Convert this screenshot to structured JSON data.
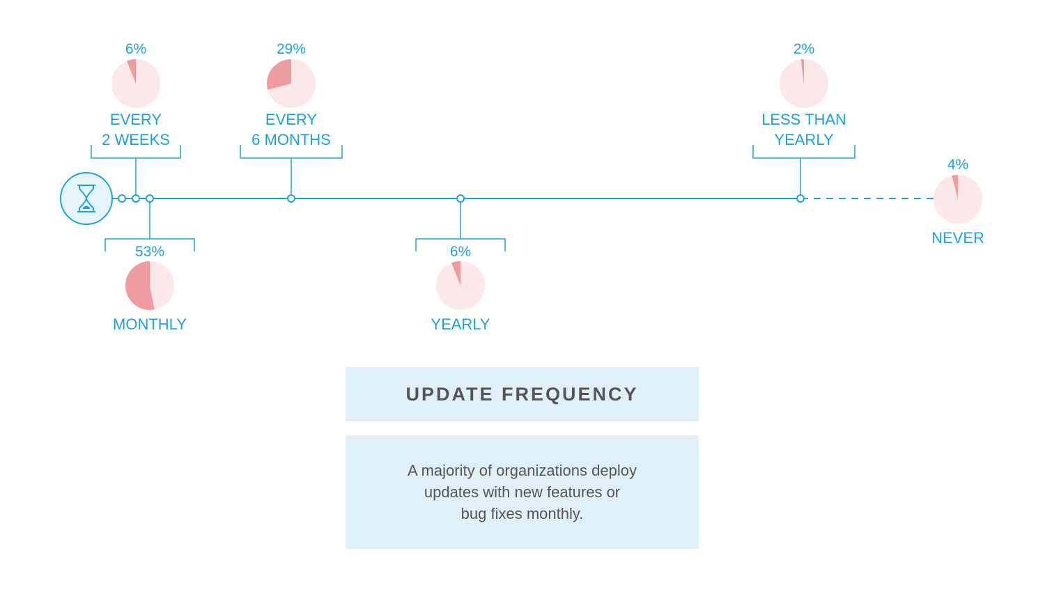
{
  "colors": {
    "timeline": "#1aa3e0",
    "pie_base": "#fbe8e8",
    "pie_slice": "#ee9c9f",
    "panel": "#dff0f8",
    "text_dark": "#555555"
  },
  "icons": {
    "start": "hourglass-icon"
  },
  "chart_data": {
    "type": "pie",
    "title": "UPDATE FREQUENCY",
    "description": "A majority of organizations deploy updates with new features or bug fixes  monthly.",
    "description_lines": [
      "A majority of organizations deploy",
      "updates with new features or",
      "bug fixes  monthly."
    ],
    "categories": [
      "EVERY 2 WEEKS",
      "MONTHLY",
      "EVERY 6 MONTHS",
      "YEARLY",
      "LESS THAN YEARLY",
      "NEVER"
    ],
    "values": [
      6,
      53,
      29,
      6,
      2,
      4
    ],
    "items": [
      {
        "label_lines": [
          "EVERY",
          "2 WEEKS"
        ],
        "value": 6,
        "pct_label": "6%",
        "side": "top"
      },
      {
        "label_lines": [
          "MONTHLY"
        ],
        "value": 53,
        "pct_label": "53%",
        "side": "bottom"
      },
      {
        "label_lines": [
          "EVERY",
          "6 MONTHS"
        ],
        "value": 29,
        "pct_label": "29%",
        "side": "top"
      },
      {
        "label_lines": [
          "YEARLY"
        ],
        "value": 6,
        "pct_label": "6%",
        "side": "bottom"
      },
      {
        "label_lines": [
          "LESS THAN",
          "YEARLY"
        ],
        "value": 2,
        "pct_label": "2%",
        "side": "top"
      },
      {
        "label_lines": [
          "NEVER"
        ],
        "value": 4,
        "pct_label": "4%",
        "side": "end"
      }
    ]
  }
}
